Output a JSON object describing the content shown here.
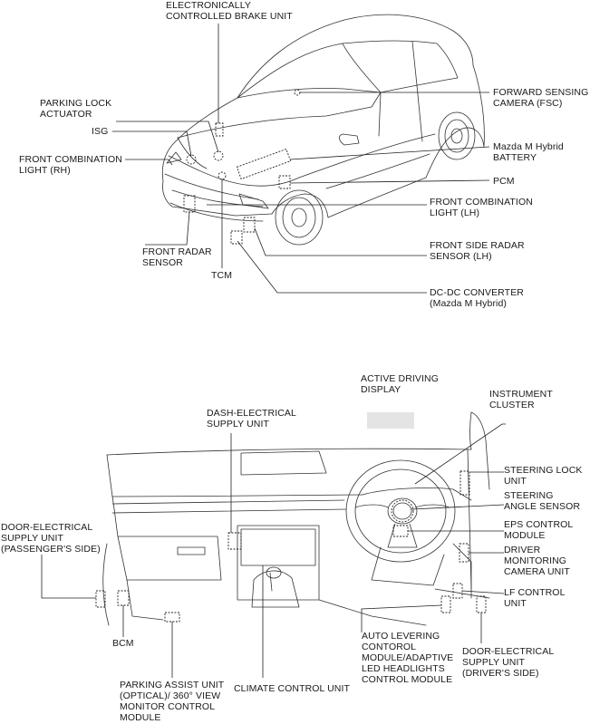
{
  "top_diagram": {
    "labels": {
      "brake_unit": [
        "ELECTRONICALLY",
        "CONTROLLED BRAKE UNIT"
      ],
      "parking_lock": [
        "PARKING LOCK",
        "ACTUATOR"
      ],
      "isg": [
        "ISG"
      ],
      "front_comb_rh": [
        "FRONT COMBINATION",
        "LIGHT (RH)"
      ],
      "fsc": [
        "FORWARD SENSING",
        "CAMERA (FSC)"
      ],
      "battery": [
        "Mazda M Hybrid",
        "BATTERY"
      ],
      "pcm": [
        "PCM"
      ],
      "front_comb_lh": [
        "FRONT COMBINATION",
        "LIGHT (LH)"
      ],
      "front_radar": [
        "FRONT RADAR",
        "SENSOR"
      ],
      "front_side_radar": [
        "FRONT SIDE RADAR",
        "SENSOR (LH)"
      ],
      "tcm": [
        "TCM"
      ],
      "dcdc": [
        "DC-DC CONVERTER",
        "(Mazda M Hybrid)"
      ]
    }
  },
  "bottom_diagram": {
    "labels": {
      "active_display": [
        "ACTIVE DRIVING",
        "DISPLAY"
      ],
      "instrument_cluster": [
        "INSTRUMENT",
        "CLUSTER"
      ],
      "dash_electrical": [
        "DASH-ELECTRICAL",
        "SUPPLY UNIT"
      ],
      "steering_lock": [
        "STEERING LOCK",
        "UNIT"
      ],
      "steering_angle": [
        "STEERING",
        "ANGLE SENSOR"
      ],
      "eps": [
        "EPS CONTROL",
        "MODULE"
      ],
      "driver_monitoring": [
        "DRIVER",
        "MONITORING",
        "CAMERA UNIT"
      ],
      "door_electrical_passenger": [
        "DOOR-ELECTRICAL",
        "SUPPLY UNIT",
        "(PASSENGER'S SIDE)"
      ],
      "lf_control": [
        "LF CONTROL",
        "UNIT"
      ],
      "bcm": [
        "BCM"
      ],
      "auto_leveling": [
        "AUTO LEVERING",
        "CONTOROL",
        "MODULE/ADAPTIVE",
        "LED HEADLIGHTS",
        "CONTROL MODULE"
      ],
      "door_electrical_driver": [
        "DOOR-ELECTRICAL",
        "SUPPLY UNIT",
        "(DRIVER'S SIDE)"
      ],
      "parking_assist": [
        "PARKING ASSIST UNIT",
        "(OPTICAL)/ 360° VIEW",
        "MONITOR CONTROL",
        "MODULE"
      ],
      "climate_control": [
        "CLIMATE CONTROL UNIT"
      ]
    }
  }
}
